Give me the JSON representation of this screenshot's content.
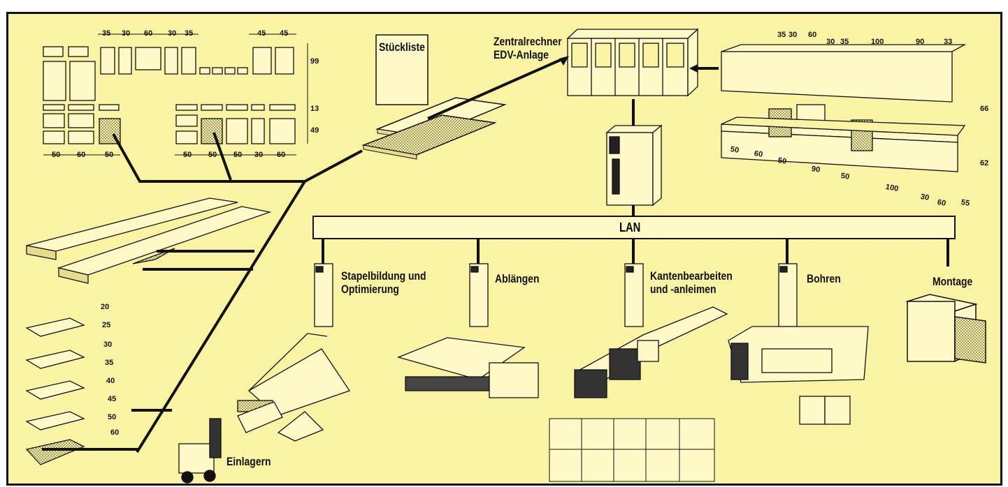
{
  "labels": {
    "stueckliste": "Stückliste",
    "zentralrechner": "Zentralrechner\nEDV-Anlage",
    "lan": "LAN",
    "stapelbildung": "Stapelbildung und\nOptimierung",
    "ablaengen": "Ablängen",
    "kantenbearbeiten": "Kantenbearbeiten\nund -anleimen",
    "bohren": "Bohren",
    "montage": "Montage",
    "einlagern": "Einlagern"
  },
  "panel_dims": {
    "top": [
      "35",
      "30",
      "60",
      "30",
      "35",
      "45",
      "45"
    ],
    "right": [
      "99",
      "13",
      "49"
    ],
    "bottom_left": [
      "50",
      "60",
      "50"
    ],
    "bottom_right": [
      "50",
      "50",
      "50",
      "30",
      "60"
    ]
  },
  "kitchen_dims": {
    "top": [
      "35",
      "30",
      "60",
      "30",
      "35",
      "100",
      "90",
      "33"
    ],
    "right": [
      "66",
      "62"
    ],
    "bottom": [
      "50",
      "60",
      "50",
      "90",
      "50",
      "100",
      "30",
      "60",
      "55"
    ]
  },
  "edge_profiles": [
    "20",
    "25",
    "30",
    "35",
    "40",
    "45",
    "50",
    "60"
  ],
  "colors": {
    "background": "#fbf3a4",
    "ink": "#111111",
    "paper": "#fff9c8"
  }
}
